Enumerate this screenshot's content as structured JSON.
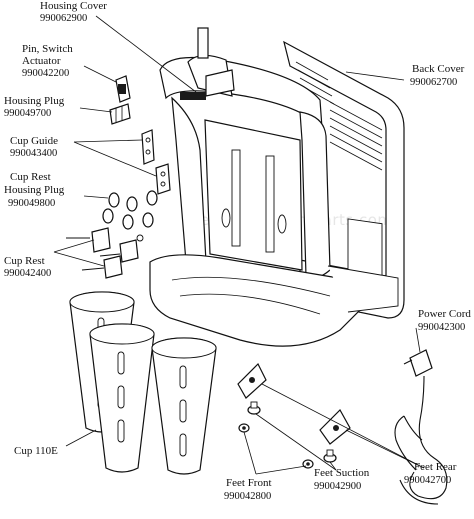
{
  "watermark": "eReplacementParts.com",
  "parts": [
    {
      "key": "housing_cover",
      "name": "Housing Cover",
      "number": "990062900"
    },
    {
      "key": "pin_switch_actuator",
      "name": [
        "Pin, Switch",
        "Actuator"
      ],
      "number": "990042200"
    },
    {
      "key": "housing_plug",
      "name": "Housing Plug",
      "number": "990049700"
    },
    {
      "key": "cup_guide",
      "name": "Cup Guide",
      "number": "990043400"
    },
    {
      "key": "cup_rest_housing_plug",
      "name": [
        "Cup Rest",
        "Housing Plug"
      ],
      "number": "990049800"
    },
    {
      "key": "cup_rest",
      "name": "Cup Rest",
      "number": "990042400"
    },
    {
      "key": "back_cover",
      "name": "Back Cover",
      "number": "990062700"
    },
    {
      "key": "power_cord",
      "name": "Power Cord",
      "number": "990042300"
    },
    {
      "key": "cup",
      "name": "Cup 110E",
      "number": ""
    },
    {
      "key": "feet_front",
      "name": "Feet Front",
      "number": "990042800"
    },
    {
      "key": "feet_suction",
      "name": "Feet Suction",
      "number": "990042900"
    },
    {
      "key": "feet_rear",
      "name": "Feet Rear",
      "number": "990042700"
    }
  ],
  "labels": {
    "housing_cover": {
      "name": "Housing Cover",
      "number": "990062900"
    },
    "pin_switch": {
      "name1": "Pin, Switch",
      "name2": "Actuator",
      "number": "990042200"
    },
    "housing_plug": {
      "name": "Housing Plug",
      "number": "990049700"
    },
    "cup_guide": {
      "name": "Cup Guide",
      "number": "990043400"
    },
    "cup_rest_housing_plug": {
      "name1": "Cup Rest",
      "name2": "Housing Plug",
      "number": "990049800"
    },
    "cup_rest": {
      "name": "Cup Rest",
      "number": "990042400"
    },
    "back_cover": {
      "name": "Back Cover",
      "number": "990062700"
    },
    "power_cord": {
      "name": "Power Cord",
      "number": "990042300"
    },
    "cup": {
      "name": "Cup 110E"
    },
    "feet_front": {
      "name": "Feet Front",
      "number": "990042800"
    },
    "feet_suction": {
      "name": "Feet Suction",
      "number": "990042900"
    },
    "feet_rear": {
      "name": "Feet Rear",
      "number": "990042700"
    }
  }
}
